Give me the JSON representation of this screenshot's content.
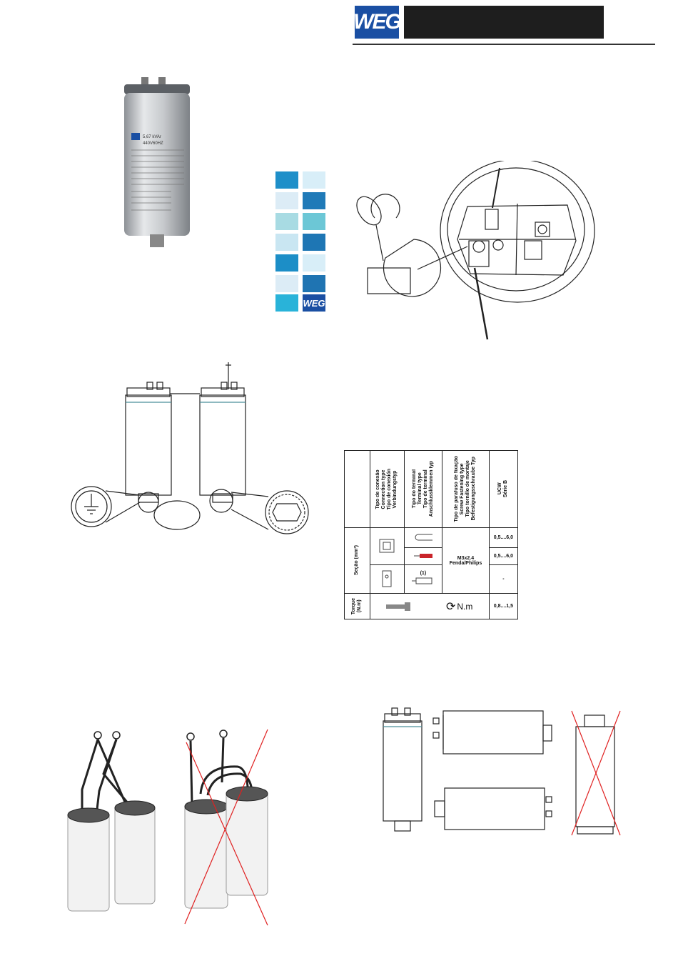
{
  "header": {
    "logo_text": "WEG",
    "brand_color": "#1a4fa3"
  },
  "capacitor_label": {
    "rating": "5,67  kVAr",
    "voltage": "440V60HZ",
    "logo": "WEG"
  },
  "mosaic": {
    "colors": [
      "#1e8fc9",
      "#d8eef8",
      "#dcecf6",
      "#1f7ab8",
      "#a8dbe3",
      "#6cc7d6",
      "#c9e6f2",
      "#1e76b4",
      "#1c8ec7",
      "#d8eef8",
      "#dcecf6",
      "#1f74b2",
      "#29b3d9",
      "#1a4fa3"
    ],
    "logo": "WEG"
  },
  "table": {
    "headers": [
      "Tipo de conexão\nConnection type\nTipo de conexión\nVerbindungstyp",
      "Tipo do terminal\nTerminal type\nTipo de terminal\nAnschlussklemmen typ",
      "Tipo de parafuso de fixação\nScrew Fastening type\nTipo tornillo de montaje\nBefestigungsschraube Typ",
      "UCW\nSérie B"
    ],
    "row_section_label": "Seção (mm²)",
    "row_torque_label": "Torque\n(N.m)",
    "screw_type": "M3x2.4\nFenda/Philips",
    "footnote_mark": "(1)",
    "values": [
      "0,5....6,0",
      "0,5....6,0",
      "-"
    ],
    "torque_unit": "N.m",
    "torque_value": "0,8....1,5"
  }
}
